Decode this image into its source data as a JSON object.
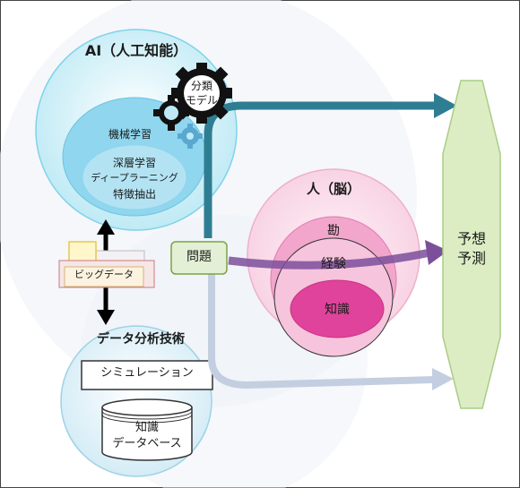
{
  "ai": {
    "title": "AI（人工知能）",
    "gear_label_line1": "分類",
    "gear_label_line2": "モデル",
    "ml_label": "機械学習",
    "dl_label_line1": "深層学習",
    "dl_label_line2": "ディープラーニング",
    "dl_label_line3": "特徴抽出"
  },
  "bigdata": {
    "label": "ビッグデータ"
  },
  "analysis": {
    "title": "データ分析技術",
    "simulation_label": "シミュレーション",
    "db_label_line1": "知識",
    "db_label_line2": "データベース"
  },
  "problem": {
    "label": "問題"
  },
  "human": {
    "title": "人（脳）",
    "intuition_label": "勘",
    "experience_label": "経験",
    "knowledge_label": "知識"
  },
  "prediction": {
    "label_line1": "予想",
    "label_line2": "予測"
  },
  "colors": {
    "ai_fill": "#bfeaf5",
    "human_fill": "#f9d6e6",
    "knowledge_fill": "#e0439b",
    "arrow_teal": "#2f7d93",
    "arrow_purple": "#7c4f9b",
    "arrow_light": "#c3cfe0",
    "prediction_fill": "#dcedc4"
  }
}
